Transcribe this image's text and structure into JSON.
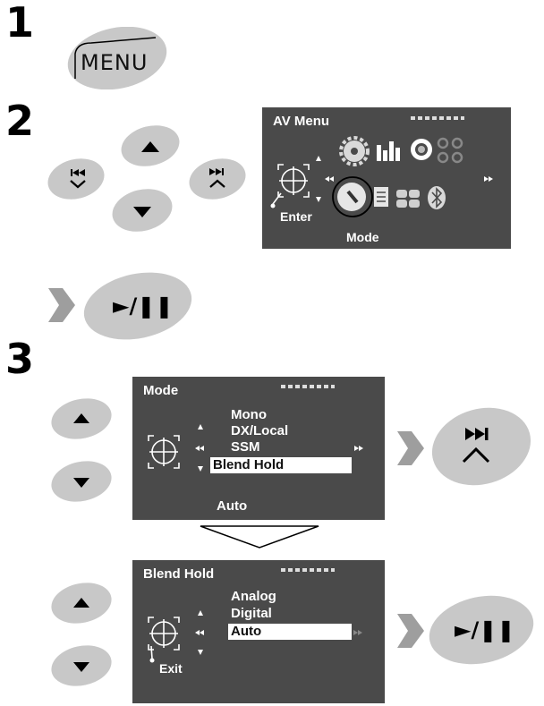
{
  "steps": [
    "1",
    "2",
    "3"
  ],
  "menu_button": {
    "label": "MENU"
  },
  "play_pause_label": "►/❚❚",
  "av_menu": {
    "title": "AV Menu",
    "enter_label": "Enter",
    "selected_label": "Mode",
    "icons": [
      "gear-icon",
      "equalizer-icon",
      "speaker-icon",
      "disc-icon",
      "mode-dial-icon",
      "list-icon",
      "network-icon",
      "bluetooth-icon"
    ]
  },
  "mode_screen": {
    "title": "Mode",
    "items": [
      "Mono",
      "DX/Local",
      "SSM",
      "Blend Hold"
    ],
    "selected": "Blend Hold",
    "current_value": "Auto"
  },
  "blend_screen": {
    "title": "Blend Hold",
    "items": [
      "Analog",
      "Digital",
      "Auto"
    ],
    "selected": "Auto",
    "exit_label": "Exit"
  },
  "colors": {
    "button": "#c8c8c8",
    "screen": "#4a4a4a",
    "arrow": "#9e9e9e"
  }
}
